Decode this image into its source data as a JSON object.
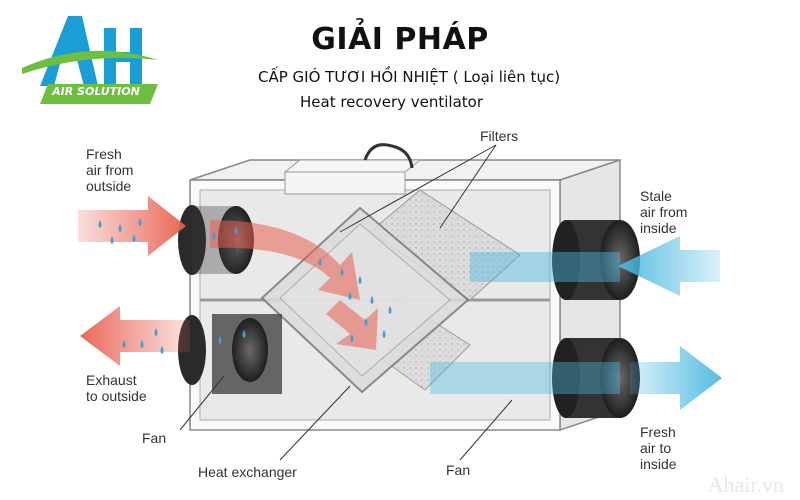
{
  "header": {
    "title": "GIẢI PHÁP",
    "subtitle_vn": "CẤP GIÓ TƯƠI HỒI NHIỆT ( Loại liên tục)",
    "subtitle_en": "Heat recovery ventilator"
  },
  "logo": {
    "letters": "AH",
    "tagline": "AIR SOLUTION",
    "colors": {
      "blue": "#1a9ed8",
      "green": "#6cbf3f"
    }
  },
  "labels": {
    "fresh_in": [
      "Fresh",
      "air from",
      "outside"
    ],
    "filters": "Filters",
    "stale_in": [
      "Stale",
      "air from",
      "inside"
    ],
    "exhaust_out": [
      "Exhaust",
      "to outside"
    ],
    "fan_left": "Fan",
    "heat_exchanger": "Heat exchanger",
    "fan_bottom": "Fan",
    "fresh_out": [
      "Fresh",
      "air to",
      "inside"
    ]
  },
  "colors": {
    "red_arrow": "#e8604f",
    "blue_arrow": "#4bb8e0",
    "droplet": "#3f9fd6"
  },
  "watermark": "Ahair.vn"
}
